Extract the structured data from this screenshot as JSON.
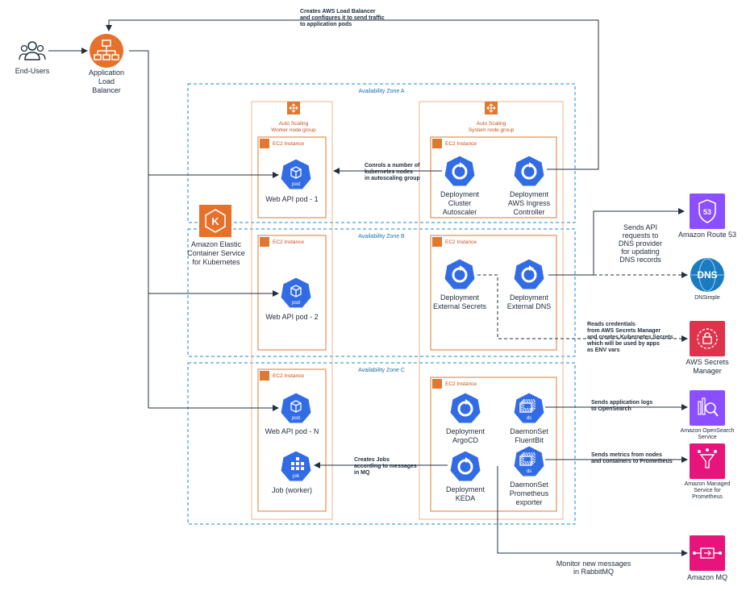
{
  "end_users": {
    "label": "End-Users"
  },
  "alb": {
    "label": "Application\nLoad\nBalancer"
  },
  "eks": {
    "label": "Amazon Elastic\nContainer Service\nfor Kubernetes"
  },
  "zones": {
    "a": {
      "title": "Availability Zone A"
    },
    "b": {
      "title": "Availability Zone B"
    },
    "c": {
      "title": "Availability Zone C"
    }
  },
  "asg": {
    "worker": {
      "label": "Auto Scaling\nWorker node group"
    },
    "system": {
      "label": "Auto Scaling\nSystem node group"
    }
  },
  "ec2_label": "EC2 Instance",
  "workloads": {
    "pod1": {
      "badge": "pod",
      "label": "Web API pod - 1"
    },
    "pod2": {
      "badge": "pod",
      "label": "Web API pod - 2"
    },
    "podn": {
      "badge": "pod",
      "label": "Web API pod - N"
    },
    "job": {
      "badge": "job",
      "label": "Job (worker)"
    },
    "cluster_autoscaler": {
      "label": "Deployment\nCluster\nAutoscaler"
    },
    "ingress": {
      "label": "Deployment\nAWS Ingress\nController"
    },
    "external_secrets": {
      "label": "Deployment\nExternal Secrets"
    },
    "external_dns": {
      "label": "Deployment\nExternal DNS"
    },
    "argocd": {
      "label": "Deployment\nArgoCD"
    },
    "fluentbit": {
      "badge": "ds",
      "label": "DaemonSet\nFluentBit"
    },
    "keda": {
      "label": "Deployment\nKEDA"
    },
    "prom_exporter": {
      "badge": "ds",
      "label": "DaemonSet\nPrometheus\nexporter"
    }
  },
  "services": {
    "route53": {
      "label": "Amazon Route 53",
      "icon": "route53-icon",
      "color": "#8c4fff"
    },
    "dnsimple": {
      "label": "DNSimple",
      "icon": "dns-globe-icon",
      "color": "#1a7bc0"
    },
    "secrets": {
      "label": "AWS Secrets\nManager",
      "icon": "secrets-manager-icon",
      "color": "#dd344c"
    },
    "opensearch": {
      "label": "Amazon OpenSearch\nService",
      "icon": "opensearch-icon",
      "color": "#8c4fff"
    },
    "prometheus": {
      "label": "Amazon Managed\nService for\nPrometheus",
      "icon": "prometheus-icon",
      "color": "#e7157b"
    },
    "mq": {
      "label": "Amazon MQ",
      "icon": "amazon-mq-icon",
      "color": "#e7157b"
    }
  },
  "notes": {
    "alb_config": "Creates AWS Load Balancer\nand configures it to send traffic\nto application pods",
    "autoscaler": "Conrols a number of\nkubernetes nodes\nin autoscaling group",
    "dns": "Sends API\nrequests to\nDNS provider\nfor updating\nDNS records",
    "secrets": "Reads credentials\nfrom AWS Secrets Manager\nand creates Kubernetes Secrets\nwhich will be used by apps\nas ENV vars",
    "logs": "Sends application logs\nto OpenSearch",
    "metrics": "Sends metrics from nodes\nand containers to Prometheus",
    "jobs": "Creates Jobs\naccording to messages\nin MQ",
    "mq": "Monitor new messages\nin RabbitMQ"
  },
  "colors": {
    "zone_border": "#1f8ac0",
    "group_border": "#f2b48a",
    "k8s_blue": "#326ce5",
    "aws_orange": "#e7702b",
    "ec2_orange": "#e17832"
  }
}
